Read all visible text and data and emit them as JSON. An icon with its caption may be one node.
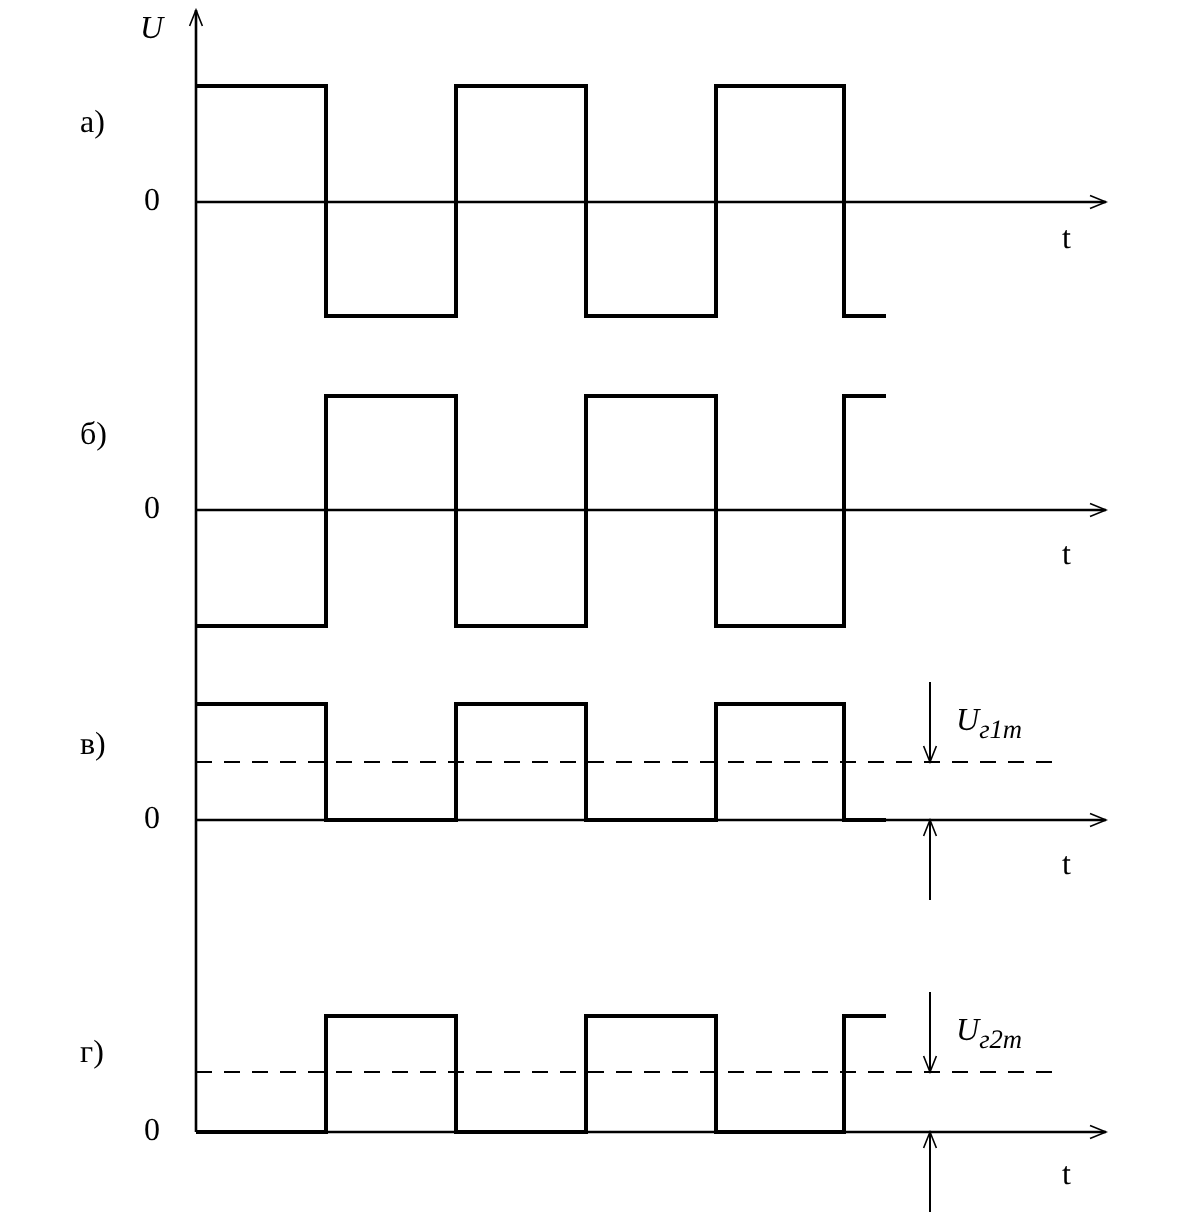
{
  "diagram": {
    "labels": [
      "U",
      "а)",
      "0",
      "t",
      "б)",
      "0",
      "t",
      "в)",
      "U$_{г1m}$",
      "0",
      "t",
      "г)",
      "U$_{г2m}$",
      "0",
      "t"
    ]
  }
}
